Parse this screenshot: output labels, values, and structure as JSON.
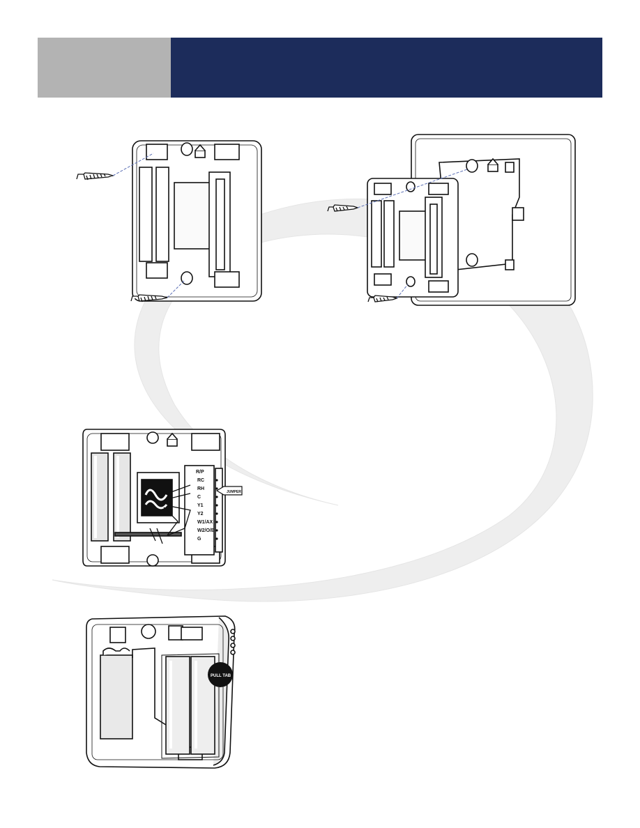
{
  "header": {
    "section_label": "",
    "title": ""
  },
  "figure_wiring": {
    "top_label": "R/P",
    "terminals": [
      "RC",
      "RH",
      "C",
      "Y1",
      "Y2",
      "W1/AX",
      "W2/O/B",
      "G"
    ],
    "jumper_tag": "JUMPER"
  },
  "figure_batteries": {
    "pull_tab_label": "PULL TAB"
  },
  "icons": {
    "screw": "screw-icon",
    "up_arrow": "up-arrow-icon"
  },
  "colors": {
    "header_gray": "#b3b3b3",
    "header_blue": "#1c2c5b",
    "watermark": "#eeeeee"
  }
}
